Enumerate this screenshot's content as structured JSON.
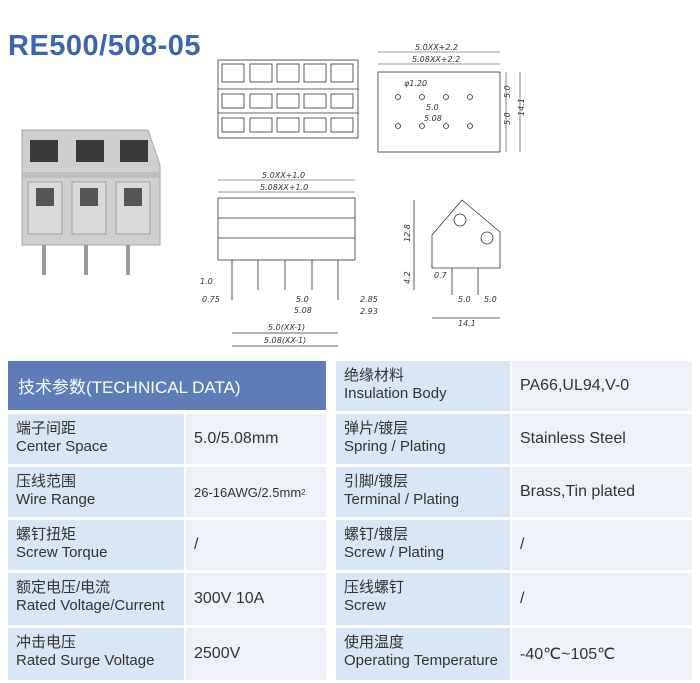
{
  "title": "RE500/508-05",
  "drawing": {
    "top_width_1": "5.0XX+2.2",
    "top_width_2": "5.08XX+2.2",
    "hole_dia": "φ1.20",
    "hole_pitch_1": "5.0",
    "hole_pitch_2": "5.08",
    "height_1": "5.0",
    "height_2": "5.0",
    "height_total": "14.1",
    "front_width_1": "5.0XX+1.0",
    "front_width_2": "5.08XX+1.0",
    "dim_10": "1.0",
    "dim_075": "0.75",
    "pitch_a": "5.0",
    "pitch_b": "5.08",
    "dim_285": "2.85",
    "dim_293": "2.93",
    "span_1": "5.0(XX-1)",
    "span_2": "5.08(XX-1)",
    "side_h1": "12.8",
    "side_h2": "4.2",
    "side_07": "0.7",
    "side_p1": "5.0",
    "side_p2": "5.0",
    "side_w": "14.1"
  },
  "table": {
    "header": "技术参数(TECHNICAL DATA)",
    "left": [
      {
        "cn": "端子间距",
        "en": "Center Space",
        "value": "5.0/5.08mm"
      },
      {
        "cn": "压线范围",
        "en": "Wire Range",
        "value": "26-16AWG/2.5mm",
        "sup": "2"
      },
      {
        "cn": "螺钉扭矩",
        "en": "Screw Torque",
        "value": "/"
      },
      {
        "cn": "额定电压/电流",
        "en": "Rated Voltage/Current",
        "value": "300V 10A"
      },
      {
        "cn": "冲击电压",
        "en": "Rated Surge Voltage",
        "value": "2500V"
      }
    ],
    "right": [
      {
        "cn": "绝缘材料",
        "en": "Insulation Body",
        "value": "PA66,UL94,V-0"
      },
      {
        "cn": "弹片/镀层",
        "en": "Spring / Plating",
        "value": "Stainless Steel"
      },
      {
        "cn": "引脚/镀层",
        "en": "Terminal / Plating",
        "value": "Brass,Tin plated"
      },
      {
        "cn": "螺钉/镀层",
        "en": "Screw / Plating",
        "value": "/"
      },
      {
        "cn": "压线螺钉",
        "en": "Screw",
        "value": "/"
      },
      {
        "cn": "使用温度",
        "en": "Operating Temperature",
        "value": "-40℃~105℃"
      }
    ]
  }
}
